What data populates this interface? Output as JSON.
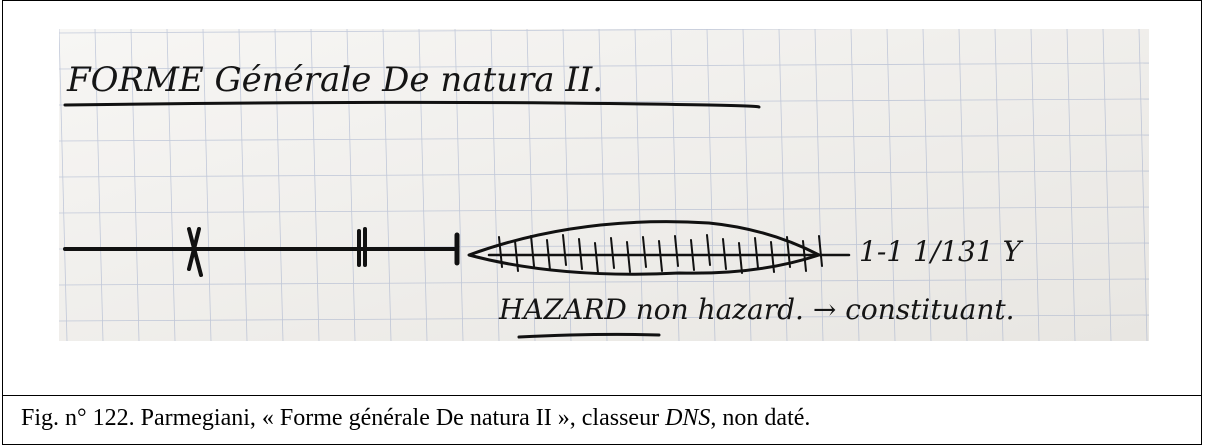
{
  "figure": {
    "handwriting": {
      "title": "FORME Générale De natura II.",
      "annotation": "HAZARD non hazard. → constituant.",
      "marks": "1-1 1/131 Y"
    },
    "caption": {
      "prefix": "Fig. n° 122. Parmegiani, « Forme générale De natura II », classeur ",
      "italic": "DNS",
      "suffix": ", non daté."
    }
  }
}
